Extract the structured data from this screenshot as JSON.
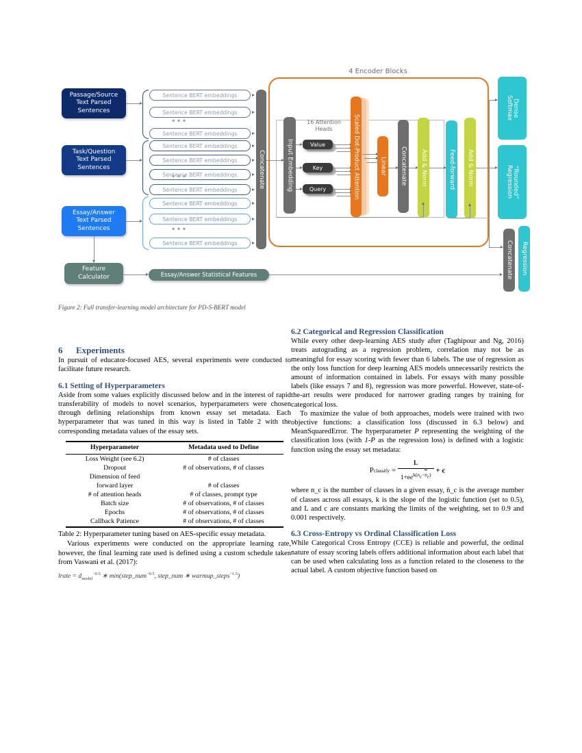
{
  "figure": {
    "encoder_title": "4 Encoder Blocks",
    "attention_heads_label": "16 Attention\nHeads",
    "sources": [
      {
        "label": "Passage/Source\nText Parsed\nSentences",
        "color": "#0d2a6b"
      },
      {
        "label": "Task/Question\nText Parsed\nSentences",
        "color": "#123a86"
      },
      {
        "label": "Essay/Answer\nText Parsed\nSentences",
        "color": "#1f7bf4"
      }
    ],
    "sbert_label": "Sentence BERT embeddings",
    "ellipsis": "•••",
    "feature_calculator": "Feature\nCalculator",
    "stat_features": "Essay/Answer Statistical Features",
    "concatenate_main": "Concatenate",
    "input_embedding": "Input Embedding",
    "qkv": [
      "Value",
      "Key",
      "Query"
    ],
    "attention": "Scaled Dot-Product Attention",
    "linear": "Linear",
    "concatenate_heads": "Concatenate",
    "add_norm_1": "Add & Norm",
    "feed_forward": "Feed-forward",
    "add_norm_2": "Add & Norm",
    "dense_softmax": "Dense\nSoftmax",
    "rounded_regression": "“Rounded”\nRegression",
    "concatenate_out": "Concatenate",
    "regression": "Regression",
    "colors": {
      "orange": "#e8761d",
      "lime": "#c4d543",
      "cyan": "#2ec6d0",
      "grey": "#6e6e6e",
      "dark_grey": "#3b3b3b",
      "sage": "#5f7f78",
      "navy": "#0d2a6b",
      "blue": "#1f7bf4"
    }
  },
  "caption": "Figure 2: Full transfer-learning model architecture for PD-S-BERT model",
  "left_column": {
    "section_number": "6",
    "section_title": "Experiments",
    "intro": "In pursuit of educator-focused AES, several experiments were conducted to facilitate future research.",
    "sub_6_1_title": "6.1 Setting of Hyperparameters",
    "sub_6_1_body": "Aside from some values explicitly discussed below and in the interest of rapid transferability of models to novel scenarios, hyperparameters were chosen through defining relationships from known essay set metadata. Each hyperparameter that was tuned in this way is listed in Table 2 with the corresponding metadata values of the essay sets.",
    "table": {
      "headers": [
        "Hyperparameter",
        "Metadata used to Define"
      ],
      "rows": [
        [
          "Loss Weight (see 6.2)",
          "# of classes"
        ],
        [
          "Dropout",
          "# of observations, # of classes"
        ],
        [
          "Dimension of feed",
          ""
        ],
        [
          "forward layer",
          "# of classes"
        ],
        [
          "# of attention heads",
          "# of classes, prompt type"
        ],
        [
          "Batch size",
          "# of observations, # of classes"
        ],
        [
          "Epochs",
          "# of observations, # of classes"
        ],
        [
          "Callback Patience",
          "# of observations, # of classes"
        ]
      ],
      "caption": "Table 2: Hyperparameter tuning based on AES-specific essay metadata."
    },
    "learning_rate_para": "Various experiments were conducted on the appropriate learning rate, however, the final learning rate used is defined using a custom schedule taken from Vaswani et al. (2017):",
    "lrate_equation": "lrate = d_model^-0.5 * min(step_num^-0.5, step_num * warmup_steps^-1.5)"
  },
  "right_column": {
    "sub_6_2_title": "6.2 Categorical and Regression Classification",
    "sub_6_2_p1": "While every other deep-learning AES study after (Taghipour and Ng, 2016) treats autograding as a regression problem, correlation may not be as meaningful for essay scoring with fewer than 6 labels. The use of regression as the only loss function for deep learning AES models unnecessarily restricts the amount of information contained in labels. For essays with many possible labels (like essays 7 and 8), regression was more powerful. However, state-of-the-art results were produced for narrower grading ranges by training for categorical loss.",
    "sub_6_2_p2_a": "To maximize the value of both approaches, models were trained with two objective functions: a classification loss (discussed in 6.3 below) and MeanSquaredError. The hyperparameter ",
    "sub_6_2_p2_b": " representing the weighting of the classification loss (with ",
    "sub_6_2_p2_c": " as the regression loss) is defined with a logistic function using the essay set metadata:",
    "var_P": "P",
    "var_1P": "1-P",
    "p_classify_equation": "P_classify = L / (1 + e^(k(n_c - n̄_c))) + c",
    "eq_parts": {
      "lhs": "P",
      "lhs_sub": "classify",
      "eq": "=",
      "numerator": "L",
      "denominator": "1+e",
      "exponent": "k(n_c−n̄_c)",
      "plus_c": "+ c"
    },
    "sub_6_2_p3": "where n_c is the number of classes in a given essay, n̄_c is the average number of classes across all essays, k is the slope of the logistic function (set to 0.5), and L and c are constants marking the limits of the weighting, set to 0.9 and 0.001 respectively.",
    "sub_6_3_title": "6.3 Cross-Entropy vs Ordinal Classification Loss",
    "sub_6_3_body": "While Categorical Cross Entropy (CCE) is reliable and powerful, the ordinal nature of essay scoring labels offers additional information about each label that can be used when calculating loss as a function related to the closeness to the actual label. A custom objective function based on"
  }
}
